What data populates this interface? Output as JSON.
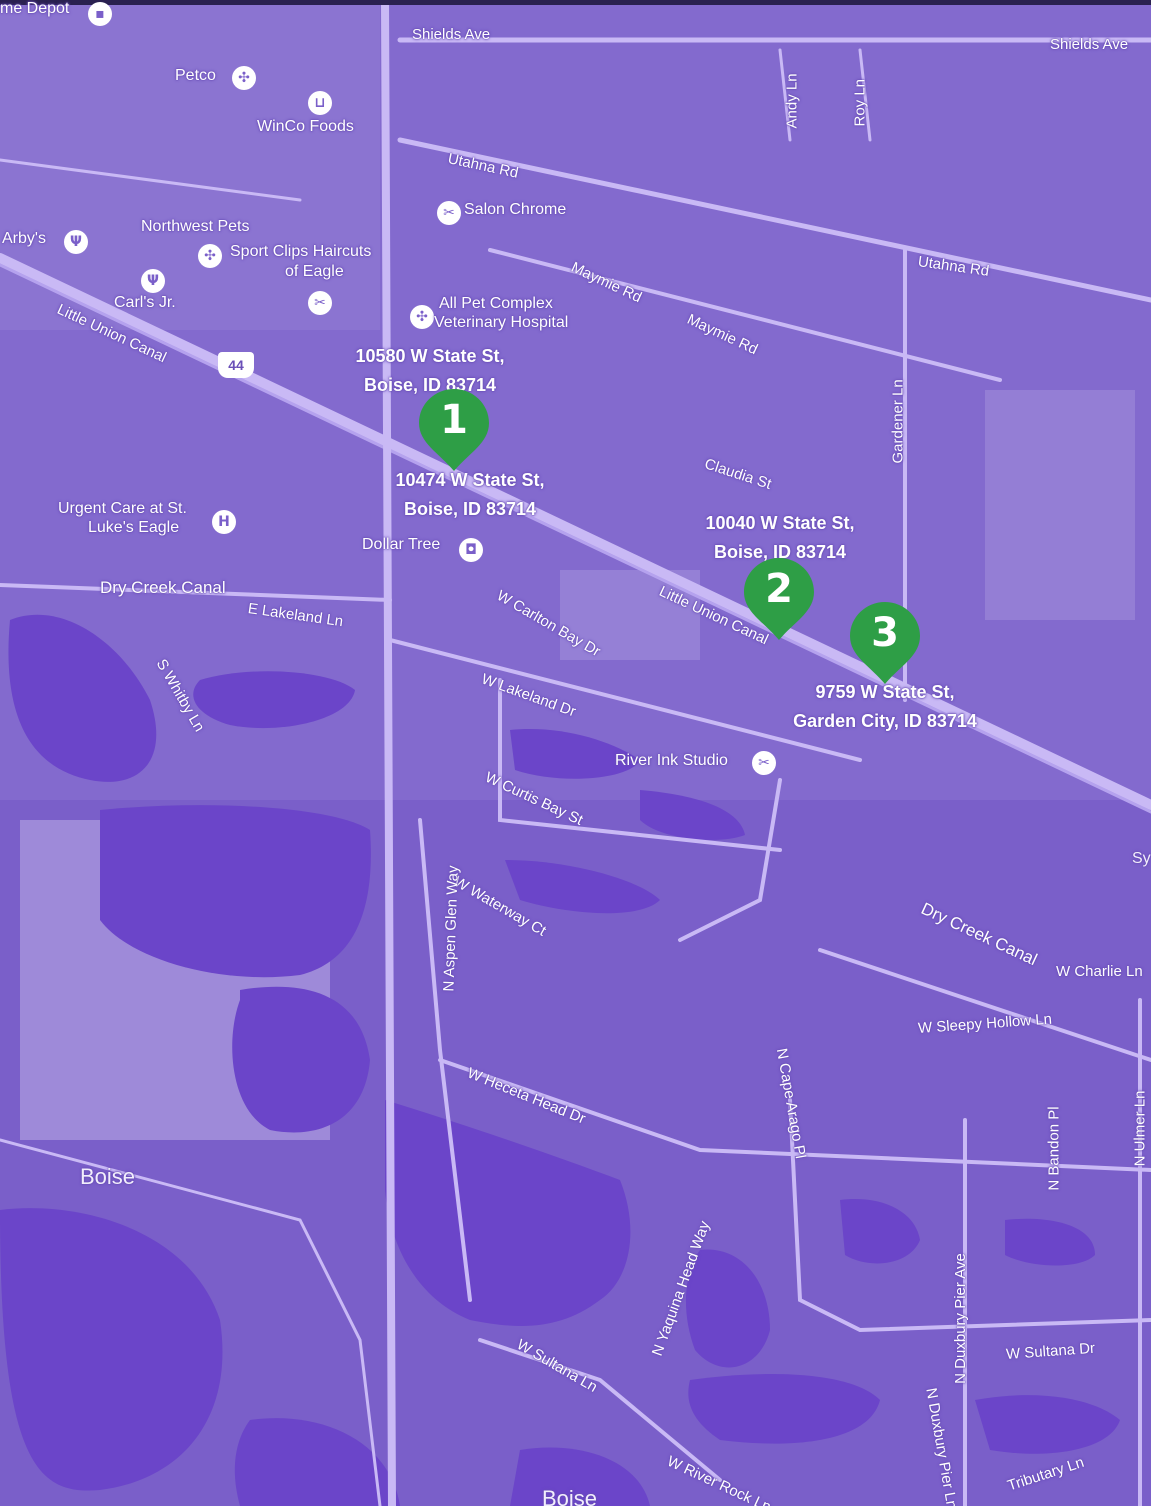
{
  "colors": {
    "map_tint": "#7a5fc9",
    "road": "#c9b9f5",
    "water": "#6b45c9",
    "marker": "#2e9e46",
    "label": "#ffffff"
  },
  "map": {
    "streets": [
      "Shields Ave",
      "Shields Ave",
      "Utahna Rd",
      "Utahna Rd",
      "Maymie Rd",
      "Maymie Rd",
      "Claudia St",
      "Andy Ln",
      "Roy Ln",
      "Gardener Ln",
      "Little Union Canal",
      "Little Union Canal",
      "Dry Creek Canal",
      "Dry Creek Canal",
      "E Lakeland Ln",
      "W Lakeland Dr",
      "S Whitby Ln",
      "W Carlton Bay Dr",
      "W Curtis Bay St",
      "W Waterway Ct",
      "N Aspen Glen Way",
      "W Heceta Head Dr",
      "N Cape Arago Pl",
      "N Yaquina Head Way",
      "W Sultana Ln",
      "W Sultana Dr",
      "W River Rock Ln",
      "N Duxbury Pier Ave",
      "N Duxbury Pier Ln",
      "N Bandon Pl",
      "N Ulmer Ln",
      "W Sleepy Hollow Ln",
      "W Charlie Ln",
      "Tributary Ln"
    ],
    "pois": [
      "me Depot",
      "Petco",
      "WinCo Foods",
      "Salon Chrome",
      "Northwest Pets",
      "Arby's",
      "Sport Clips Haircuts",
      "of Eagle",
      "Carl's Jr.",
      "All Pet Complex",
      "Veterinary Hospital",
      "Urgent Care at St.",
      "Luke's Eagle",
      "Dollar Tree",
      "River Ink Studio"
    ],
    "areas": [
      "Boise",
      "Boise",
      "Sy"
    ],
    "route_shield": "44"
  },
  "markers": [
    {
      "number": "1",
      "address_above": [
        "10580 W State St,",
        "Boise, ID 83714"
      ],
      "address_below": [
        "10474 W State St,",
        "Boise, ID 83714"
      ]
    },
    {
      "number": "2",
      "address_above": [
        "10040 W State St,",
        "Boise, ID 83714"
      ]
    },
    {
      "number": "3",
      "address_below": [
        "9759 W State St,",
        "Garden City, ID 83714"
      ]
    }
  ]
}
